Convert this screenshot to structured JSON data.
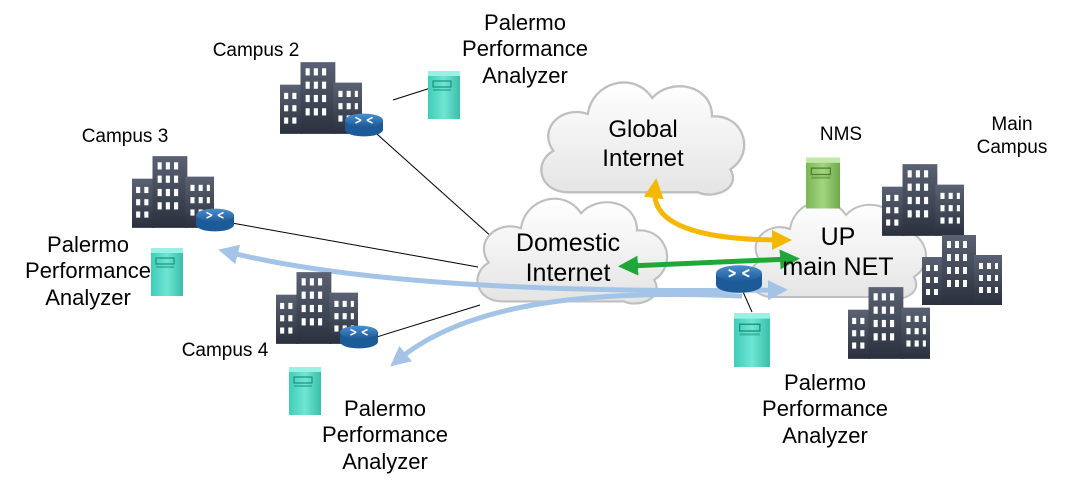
{
  "labels": {
    "campus2": "Campus 2",
    "campus3": "Campus 3",
    "campus4": "Campus 4",
    "main_campus": "Main\nCampus",
    "nms": "NMS",
    "global_internet": "Global\nInternet",
    "domestic_internet": "Domestic\nInternet",
    "up_main_net": "UP\nmain NET",
    "ppa_campus2": "Palermo\nPerformance\nAnalyzer",
    "ppa_campus3": "Palermo\nPerformance\nAnalyzer",
    "ppa_campus4": "Palermo\nPerformance\nAnalyzer",
    "ppa_main": "Palermo\nPerformance\nAnalyzer"
  },
  "icons": {
    "building": "building-icon",
    "router": "router-icon",
    "server": "server-icon",
    "cloud": "cloud-icon"
  },
  "colors": {
    "yellow_arrow": "#F5B800",
    "green_arrow": "#1FA839",
    "blue_arrow": "#A3C4E6",
    "server_teal": "#4FD9C4",
    "nms_green": "#8CC665",
    "building": "#3D4556",
    "router": "#2E73B8"
  }
}
